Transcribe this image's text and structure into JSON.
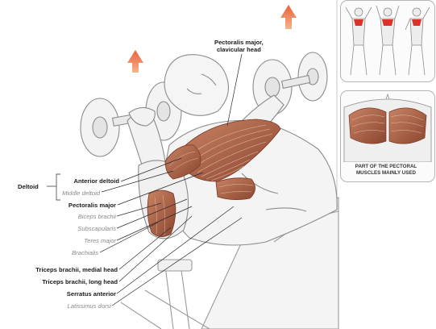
{
  "labels": {
    "deltoid_group": "Deltoid",
    "pect_clavicular": "Pectoralis major,\nclavicular head",
    "anterior_deltoid": "Anterior deltoid",
    "middle_deltoid": "Middle deltoid",
    "pectoralis_major": "Pectoralis major",
    "biceps_brachii": "Biceps brachii",
    "subscapularis": "Subscapularis",
    "teres_major": "Teres major",
    "brachialis": "Brachialis",
    "triceps_medial": "Triceps brachii, medial head",
    "triceps_long": "Triceps brachii, long head",
    "serratus_anterior": "Serratus anterior",
    "latissimus_dorsi": "Latissimus dorsi"
  },
  "inset": {
    "caption": "PART OF THE PECTORAL\nMUSCLES MAINLY USED"
  },
  "colors": {
    "muscle": "#b86a4a",
    "muscle_dark": "#8a4630",
    "arrow": "#e8623c",
    "highlight": "#d8322a",
    "line": "#2a2a2a"
  },
  "icons": [
    "up-arrow-icon",
    "up-arrow-icon"
  ]
}
